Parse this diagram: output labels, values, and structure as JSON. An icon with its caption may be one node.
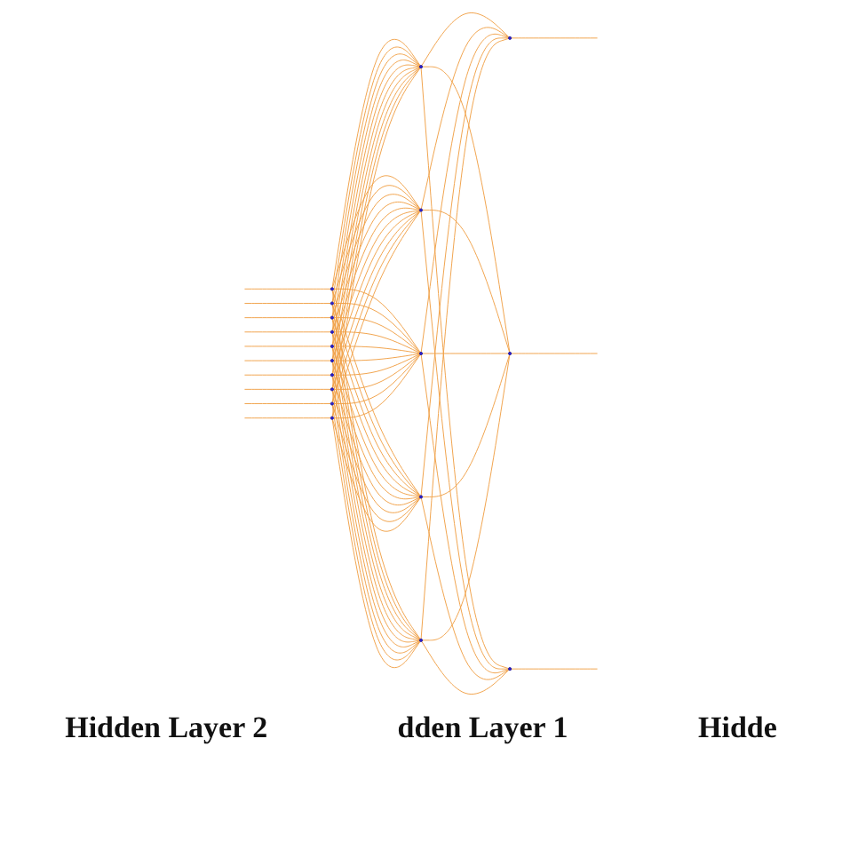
{
  "diagram": {
    "nodes": [
      {
        "text": [],
        "shape": "circle"
      },
      {
        "text": [],
        "shape": "circle"
      },
      {
        "text": [],
        "shape": "circle"
      },
      {
        "text": [],
        "shape": "circle"
      },
      {
        "text": [],
        "shape": "circle"
      },
      {
        "text": [],
        "shape": "circle"
      },
      {
        "text": [],
        "shape": "circle"
      },
      {
        "text": [],
        "shape": "circle"
      },
      {
        "text": [],
        "shape": "circle"
      },
      {
        "text": [],
        "shape": "circle"
      },
      {
        "text": [],
        "shape": "circle"
      },
      {
        "text": [],
        "shape": "circle"
      },
      {
        "text": [],
        "shape": "circle"
      },
      {
        "text": [],
        "shape": "circle"
      },
      {
        "text": [],
        "shape": "circle"
      },
      {
        "text": [],
        "shape": "circle"
      },
      {
        "text": [],
        "shape": "circle"
      },
      {
        "text": [],
        "shape": "circle"
      }
    ],
    "edges": [
      {
        "from": null,
        "to": 0,
        "arrow": "none"
      },
      {
        "from": null,
        "to": 1,
        "arrow": "none"
      },
      {
        "from": null,
        "to": 2,
        "arrow": "none"
      },
      {
        "from": null,
        "to": 3,
        "arrow": "none"
      },
      {
        "from": null,
        "to": 4,
        "arrow": "none"
      },
      {
        "from": null,
        "to": 5,
        "arrow": "none"
      },
      {
        "from": null,
        "to": 6,
        "arrow": "none"
      },
      {
        "from": null,
        "to": 7,
        "arrow": "none"
      },
      {
        "from": null,
        "to": 8,
        "arrow": "none"
      },
      {
        "from": null,
        "to": 9,
        "arrow": "none"
      },
      {
        "from": 0,
        "to": 10,
        "arrow": "none"
      },
      {
        "from": 0,
        "to": 11,
        "arrow": "none"
      },
      {
        "from": 0,
        "to": 12,
        "arrow": "none"
      },
      {
        "from": 0,
        "to": 13,
        "arrow": "none"
      },
      {
        "from": 0,
        "to": 14,
        "arrow": "none"
      },
      {
        "from": 1,
        "to": 10,
        "arrow": "none"
      },
      {
        "from": 1,
        "to": 11,
        "arrow": "none"
      },
      {
        "from": 1,
        "to": 12,
        "arrow": "none"
      },
      {
        "from": 1,
        "to": 13,
        "arrow": "none"
      },
      {
        "from": 1,
        "to": 14,
        "arrow": "none"
      },
      {
        "from": 2,
        "to": 10,
        "arrow": "none"
      },
      {
        "from": 2,
        "to": 11,
        "arrow": "none"
      },
      {
        "from": 2,
        "to": 12,
        "arrow": "none"
      },
      {
        "from": 2,
        "to": 13,
        "arrow": "none"
      },
      {
        "from": 2,
        "to": 14,
        "arrow": "none"
      },
      {
        "from": 3,
        "to": 10,
        "arrow": "none"
      },
      {
        "from": 3,
        "to": 11,
        "arrow": "none"
      },
      {
        "from": 3,
        "to": 12,
        "arrow": "none"
      },
      {
        "from": 3,
        "to": 13,
        "arrow": "none"
      },
      {
        "from": 3,
        "to": 14,
        "arrow": "none"
      },
      {
        "from": 4,
        "to": 10,
        "arrow": "none"
      },
      {
        "from": 4,
        "to": 11,
        "arrow": "none"
      },
      {
        "from": 4,
        "to": 12,
        "arrow": "none"
      },
      {
        "from": 4,
        "to": 13,
        "arrow": "none"
      },
      {
        "from": 4,
        "to": 14,
        "arrow": "none"
      },
      {
        "from": 5,
        "to": 10,
        "arrow": "none"
      },
      {
        "from": 5,
        "to": 11,
        "arrow": "none"
      },
      {
        "from": 5,
        "to": 12,
        "arrow": "none"
      },
      {
        "from": 5,
        "to": 13,
        "arrow": "none"
      },
      {
        "from": 5,
        "to": 14,
        "arrow": "none"
      },
      {
        "from": 6,
        "to": 10,
        "arrow": "none"
      },
      {
        "from": 6,
        "to": 11,
        "arrow": "none"
      },
      {
        "from": 6,
        "to": 12,
        "arrow": "none"
      },
      {
        "from": 6,
        "to": 13,
        "arrow": "none"
      },
      {
        "from": 6,
        "to": 14,
        "arrow": "none"
      },
      {
        "from": 7,
        "to": 10,
        "arrow": "none"
      },
      {
        "from": 7,
        "to": 11,
        "arrow": "none"
      },
      {
        "from": 7,
        "to": 12,
        "arrow": "none"
      },
      {
        "from": 7,
        "to": 13,
        "arrow": "none"
      },
      {
        "from": 7,
        "to": 14,
        "arrow": "none"
      },
      {
        "from": 8,
        "to": 10,
        "arrow": "none"
      },
      {
        "from": 8,
        "to": 11,
        "arrow": "none"
      },
      {
        "from": 8,
        "to": 12,
        "arrow": "none"
      },
      {
        "from": 8,
        "to": 13,
        "arrow": "none"
      },
      {
        "from": 8,
        "to": 14,
        "arrow": "none"
      },
      {
        "from": 9,
        "to": 10,
        "arrow": "none"
      },
      {
        "from": 9,
        "to": 11,
        "arrow": "none"
      },
      {
        "from": 9,
        "to": 12,
        "arrow": "none"
      },
      {
        "from": 9,
        "to": 13,
        "arrow": "none"
      },
      {
        "from": 9,
        "to": 14,
        "arrow": "none"
      },
      {
        "from": 10,
        "to": 15,
        "arrow": "none"
      },
      {
        "from": 10,
        "to": 16,
        "arrow": "none"
      },
      {
        "from": 10,
        "to": 17,
        "arrow": "none"
      },
      {
        "from": 11,
        "to": 15,
        "arrow": "none"
      },
      {
        "from": 11,
        "to": 16,
        "arrow": "none"
      },
      {
        "from": 11,
        "to": 17,
        "arrow": "none"
      },
      {
        "from": 12,
        "to": 15,
        "arrow": "none"
      },
      {
        "from": 12,
        "to": 16,
        "arrow": "none"
      },
      {
        "from": 12,
        "to": 17,
        "arrow": "none"
      },
      {
        "from": 13,
        "to": 15,
        "arrow": "none"
      },
      {
        "from": 13,
        "to": 16,
        "arrow": "none"
      },
      {
        "from": 13,
        "to": 17,
        "arrow": "none"
      },
      {
        "from": 14,
        "to": 15,
        "arrow": "none"
      },
      {
        "from": 14,
        "to": 16,
        "arrow": "none"
      },
      {
        "from": 14,
        "to": 17,
        "arrow": "none"
      },
      {
        "from": 15,
        "to": null,
        "arrow": "none"
      },
      {
        "from": 16,
        "to": null,
        "arrow": "none"
      },
      {
        "from": 17,
        "to": null,
        "arrow": "none"
      }
    ],
    "labels": [
      "Hidden Layer 2",
      "dden Layer 1",
      "Hidde"
    ]
  }
}
